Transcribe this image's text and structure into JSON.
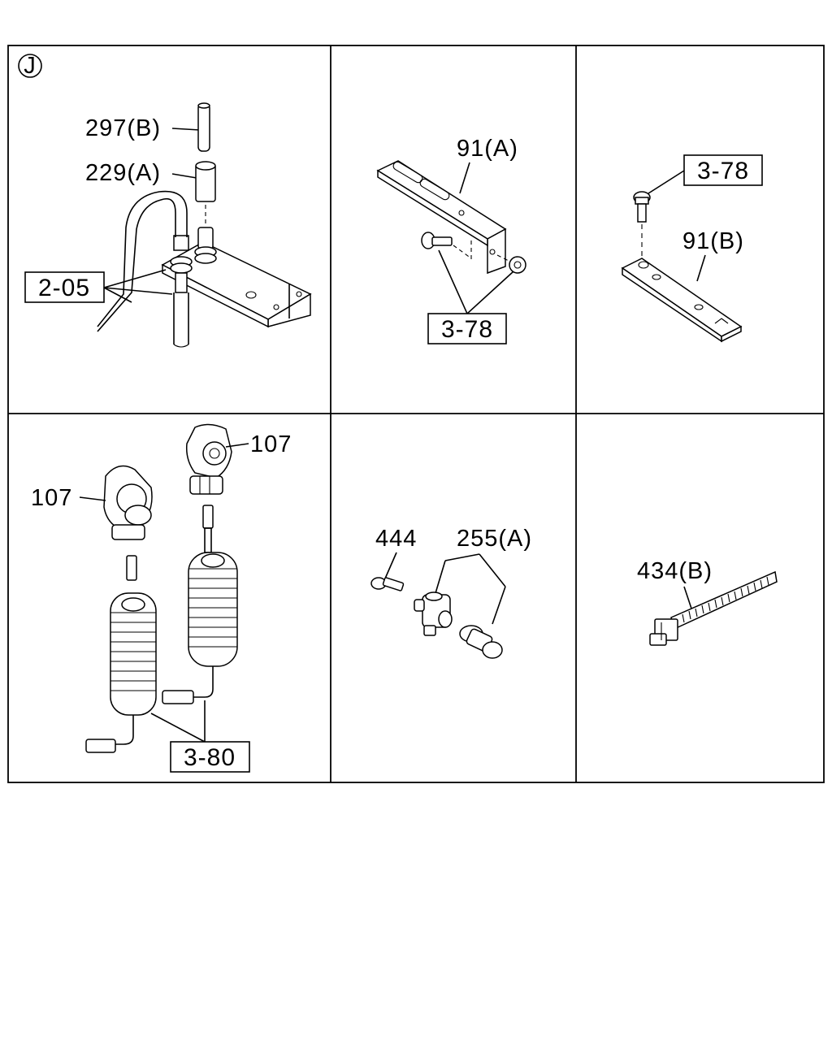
{
  "section_marker": "J",
  "cells": {
    "top_left": {
      "labels": {
        "pipe": "297(B)",
        "sleeve": "229(A)"
      },
      "ref_box": "2-05"
    },
    "top_middle": {
      "labels": {
        "bracket": "91(A)"
      },
      "ref_box": "3-78"
    },
    "top_right": {
      "labels": {
        "plate": "91(B)"
      },
      "ref_box": "3-78"
    },
    "bottom_left": {
      "labels": {
        "coupling_right": "107",
        "coupling_left": "107"
      },
      "ref_box": "3-80"
    },
    "bottom_middle": {
      "labels": {
        "bolt": "444",
        "connector": "255(A)"
      }
    },
    "bottom_right": {
      "labels": {
        "cable_tie": "434(B)"
      }
    }
  }
}
